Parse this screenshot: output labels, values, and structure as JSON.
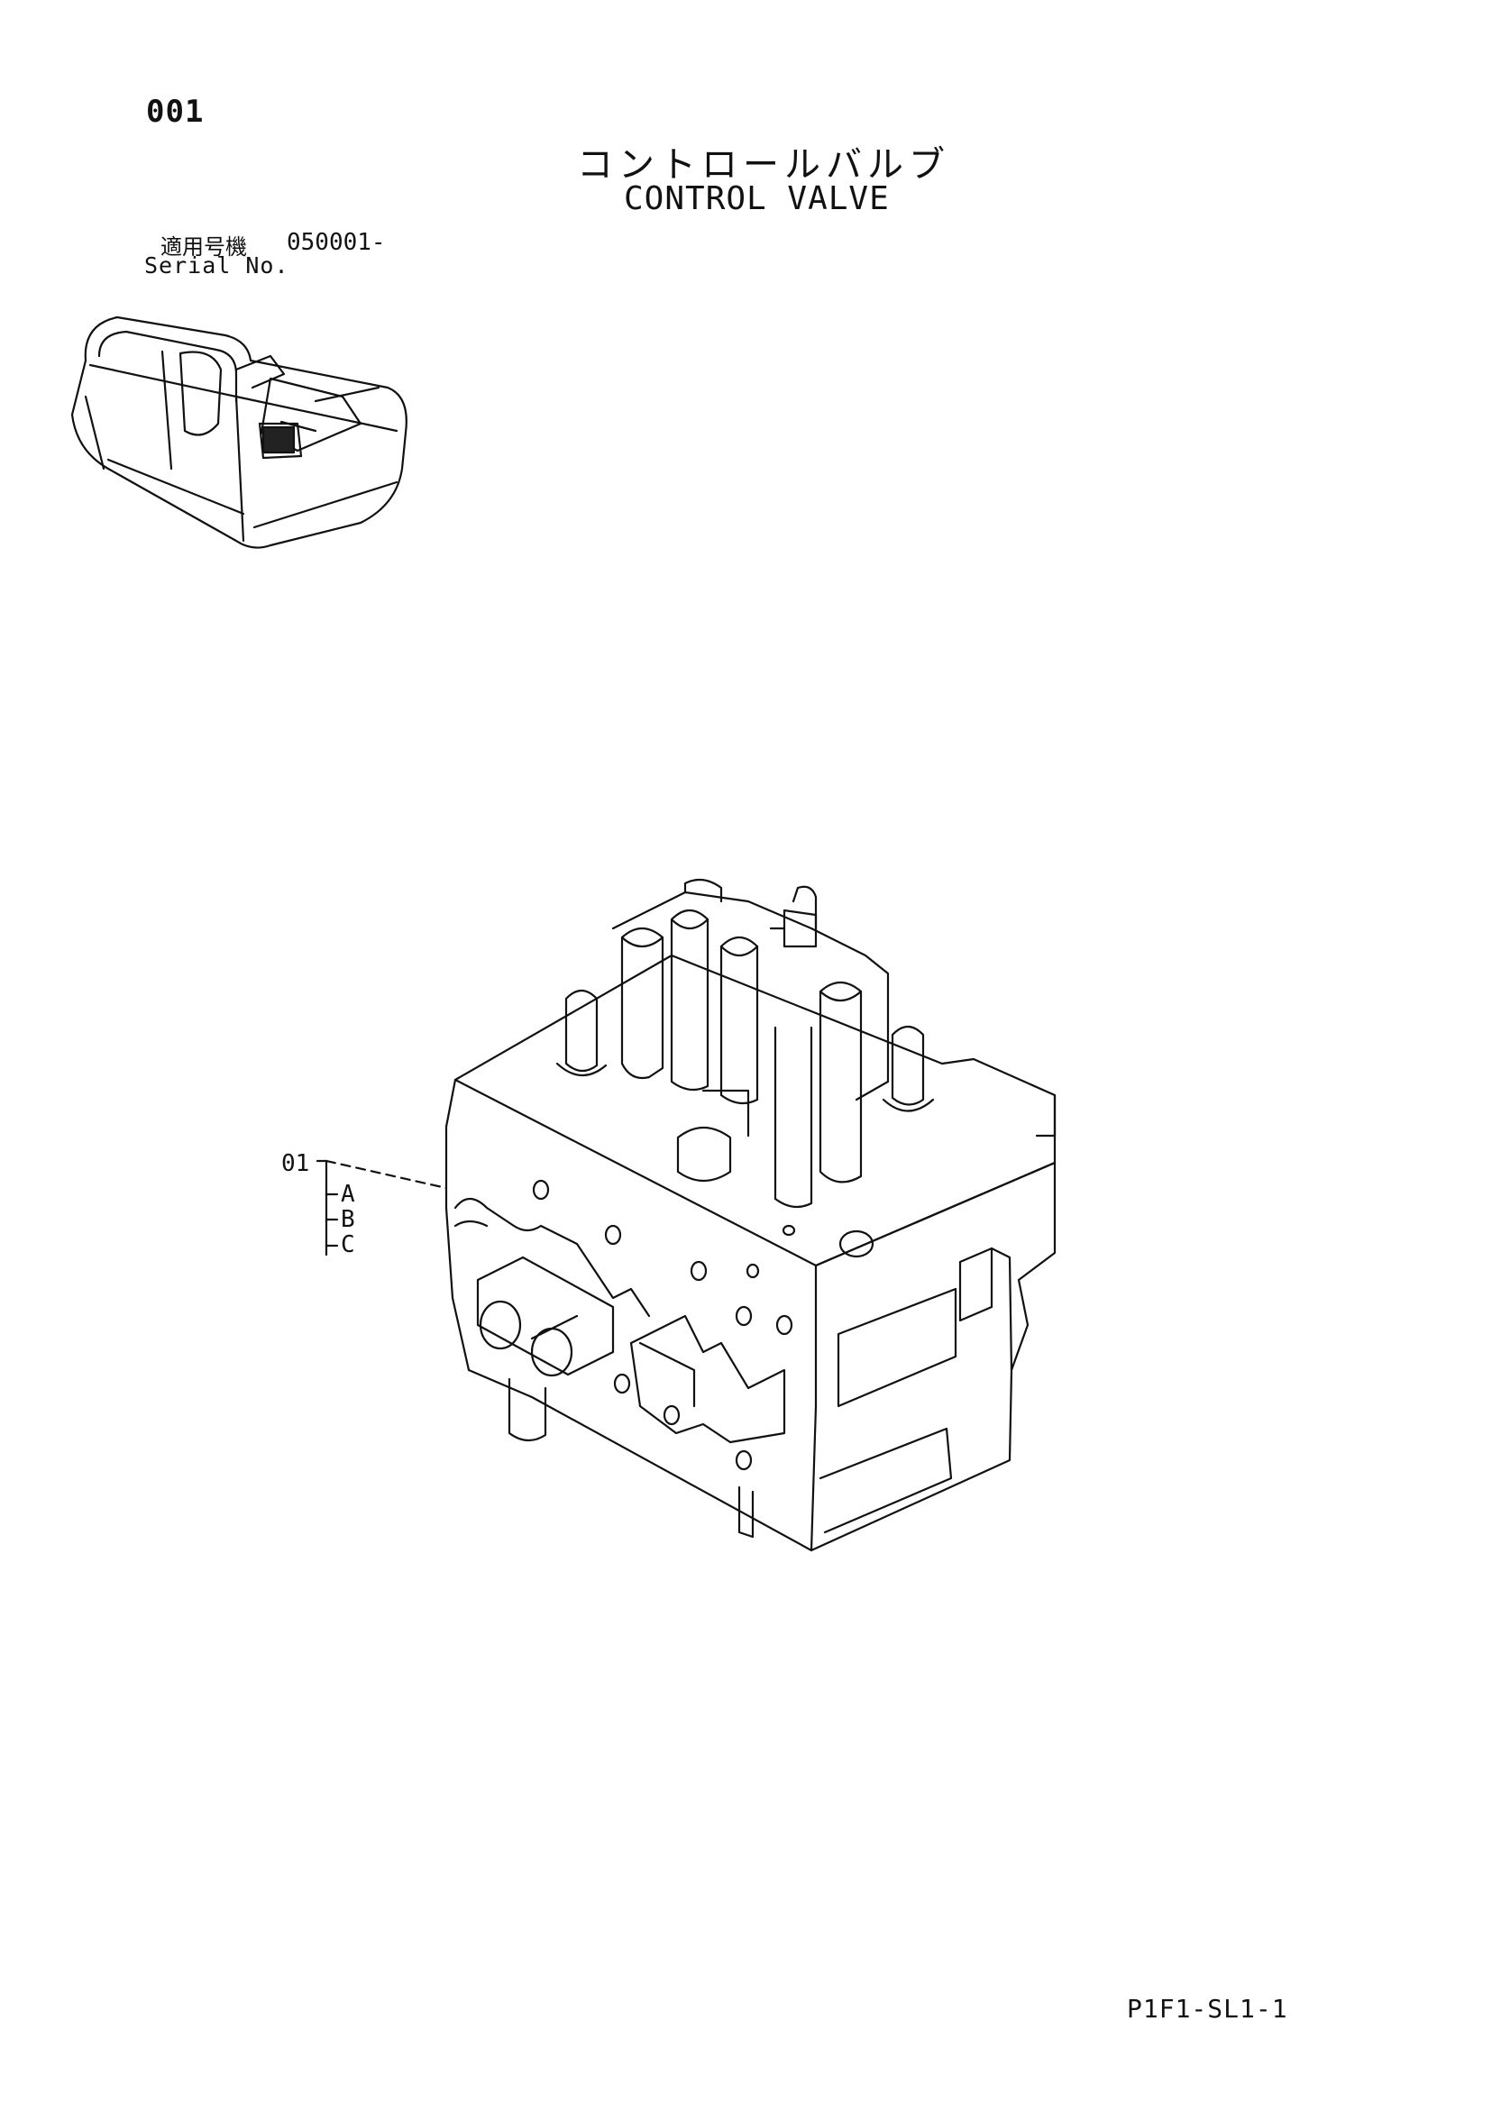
{
  "page": {
    "number": "001",
    "title_jp": "コントロールバルブ",
    "title_en": "CONTROL VALVE",
    "serial_label_jp": "適用号機",
    "serial_from": "050001-",
    "serial_label_en": "Serial No.",
    "doc_code": "P1F1-SL1-1"
  },
  "illustration": {
    "machine_locator_icon": "excavator-overview-icon",
    "part_icon": "control-valve-icon",
    "callouts": [
      {
        "label": "01",
        "variants": [
          "A",
          "B",
          "C"
        ]
      }
    ]
  }
}
